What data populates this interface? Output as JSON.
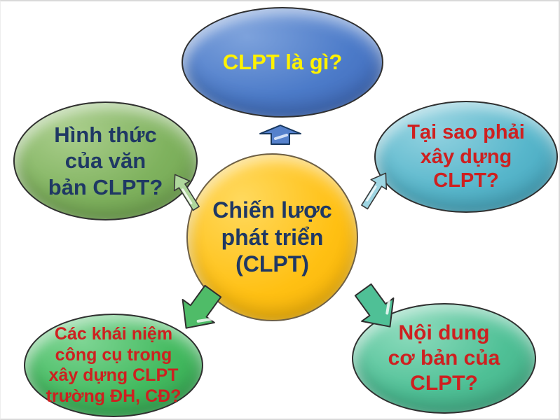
{
  "diagram": {
    "title": "Chiến lược phát triển (CLPT) diagram",
    "background_color": "#FFFFFF",
    "frame_color": "#D9D9D9",
    "center": {
      "text": "Chiến lược\nphát triển\n(CLPT)",
      "fill": "#FFC013",
      "text_color": "#1F3864",
      "shape": "circle"
    },
    "nodes": [
      {
        "id": "top",
        "text": "CLPT là gì?",
        "fill": "#4C7BC9",
        "text_color": "#FFF200",
        "shape": "ellipse"
      },
      {
        "id": "right-upper",
        "text": "Tại sao phải\nxây dựng\nCLPT?",
        "fill": "#57B6CB",
        "text_color": "#CE2020",
        "shape": "ellipse"
      },
      {
        "id": "right-lower",
        "text": "Nội dung\ncơ bản của\nCLPT?",
        "fill": "#4FC096",
        "text_color": "#CE2020",
        "shape": "ellipse"
      },
      {
        "id": "left-upper",
        "text": "Hình thức\ncủa văn\nbản CLPT?",
        "fill": "#7FB25E",
        "text_color": "#1F3864",
        "shape": "ellipse"
      },
      {
        "id": "left-lower",
        "text": "Các khái niệm\ncông cụ trong\nxây dựng CLPT\ntrường ĐH, CĐ?",
        "fill": "#43BA5F",
        "text_color": "#CE2020",
        "shape": "ellipse"
      }
    ],
    "arrows": [
      {
        "id": "up",
        "direction": "center-to-top",
        "fill": "#5581CC",
        "stroke": "#17375E"
      },
      {
        "id": "up-right",
        "direction": "center-to-right-upper",
        "fill": "#9FD6E3",
        "stroke": "#3A3A3A"
      },
      {
        "id": "up-left",
        "direction": "center-to-left-upper",
        "fill": "#AFD79C",
        "stroke": "#3A3A3A"
      },
      {
        "id": "down-left",
        "direction": "center-to-left-lower",
        "fill": "#4FBC68",
        "stroke": "#2F2F2F"
      },
      {
        "id": "down-right",
        "direction": "center-to-right-lower",
        "fill": "#4FC096",
        "stroke": "#2F2F2F"
      }
    ]
  }
}
